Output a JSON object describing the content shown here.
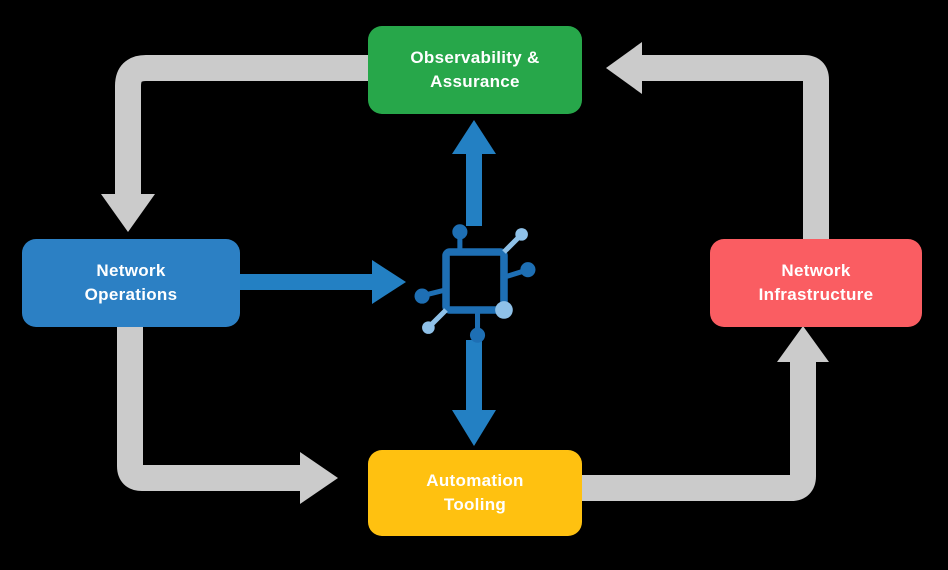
{
  "diagram": {
    "nodes": [
      {
        "id": "observability",
        "label": "Observability &\nAssurance",
        "color": "#27A74A",
        "text_color": "#FFFFFF"
      },
      {
        "id": "network-operations",
        "label": "Network\nOperations",
        "color": "#2C80C4",
        "text_color": "#FFFFFF"
      },
      {
        "id": "network-infrastructure",
        "label": "Network\nInfrastructure",
        "color": "#FA5D62",
        "text_color": "#FFFFFF"
      },
      {
        "id": "automation-tooling",
        "label": "Automation\nTooling",
        "color": "#FFC110",
        "text_color": "#FFFFFF"
      }
    ],
    "center_icon": "network-platform-icon",
    "colors": {
      "background": "#000000",
      "arrow_gray": "#CBCBCB",
      "arrow_blue": "#2380C3",
      "icon_dark_blue": "#1E6FB4",
      "icon_light_blue": "#8FC1E8"
    },
    "flows": [
      {
        "from": "observability",
        "to": "network-operations",
        "style": "gray"
      },
      {
        "from": "network-operations",
        "to": "automation-tooling",
        "style": "gray"
      },
      {
        "from": "automation-tooling",
        "to": "network-infrastructure",
        "style": "gray"
      },
      {
        "from": "network-infrastructure",
        "to": "observability",
        "style": "gray"
      },
      {
        "from": "network-operations",
        "to": "center",
        "style": "blue"
      },
      {
        "from": "center",
        "to": "observability",
        "style": "blue"
      },
      {
        "from": "center",
        "to": "automation-tooling",
        "style": "blue"
      }
    ]
  }
}
